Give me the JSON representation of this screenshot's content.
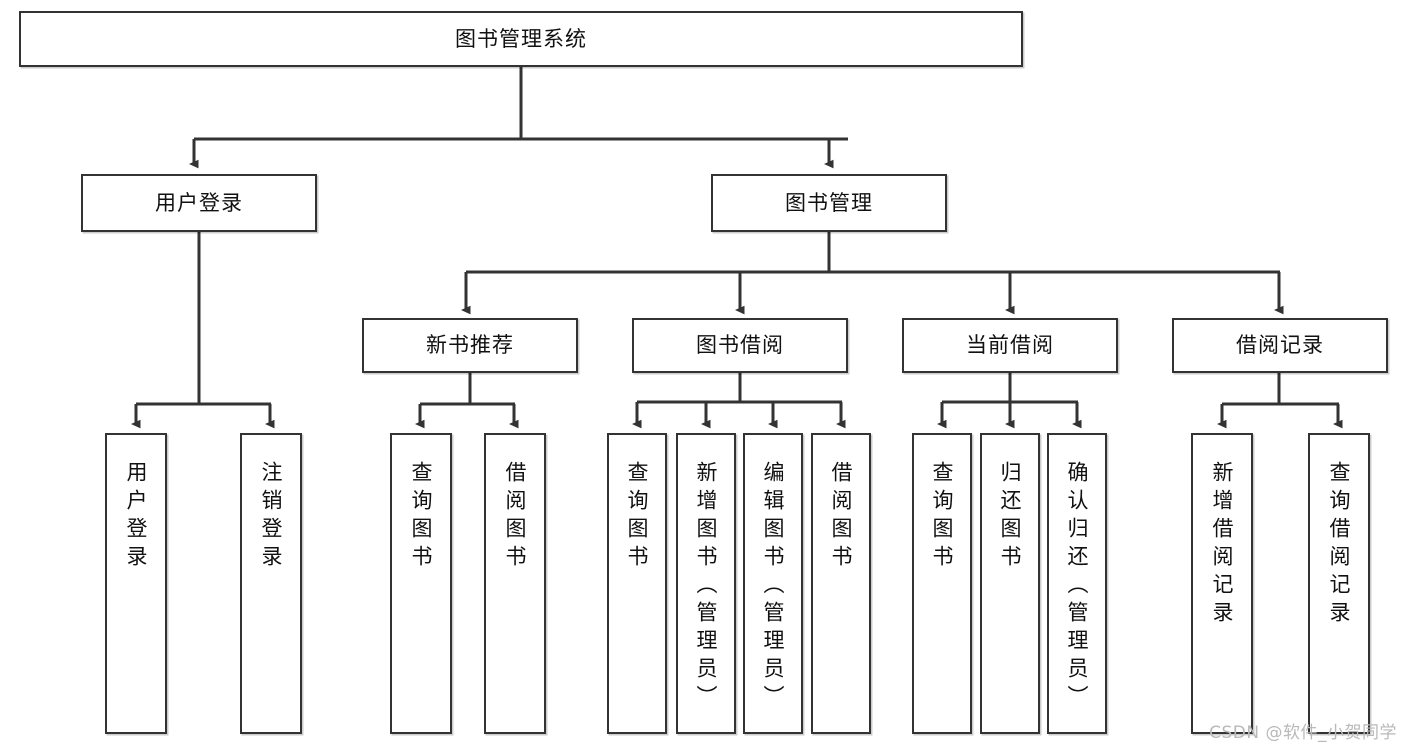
{
  "diagram": {
    "title_node": {
      "label": "图书管理系统"
    },
    "level2": [
      {
        "label": "用户登录"
      },
      {
        "label": "图书管理"
      }
    ],
    "level3": [
      {
        "label": "新书推荐"
      },
      {
        "label": "图书借阅"
      },
      {
        "label": "当前借阅"
      },
      {
        "label": "借阅记录"
      }
    ],
    "leaves": {
      "user_login": [
        {
          "label": "用户登录"
        },
        {
          "label": "注销登录"
        }
      ],
      "new_book_recommend": [
        {
          "label": "查询图书"
        },
        {
          "label": "借阅图书"
        }
      ],
      "book_borrow": [
        {
          "label": "查询图书"
        },
        {
          "label": "新增图书（管理员）"
        },
        {
          "label": "编辑图书（管理员）"
        },
        {
          "label": "借阅图书"
        }
      ],
      "current_borrow": [
        {
          "label": "查询图书"
        },
        {
          "label": "归还图书"
        },
        {
          "label": "确认归还（管理员）"
        }
      ],
      "borrow_record": [
        {
          "label": "新增借阅记录"
        },
        {
          "label": "查询借阅记录"
        }
      ]
    }
  },
  "watermark": {
    "text": "CSDN @软件_小贺同学"
  },
  "colors": {
    "line": "#333333",
    "box_fill": "#ffffff",
    "text": "#111111",
    "watermark": "#b9b9b9"
  }
}
